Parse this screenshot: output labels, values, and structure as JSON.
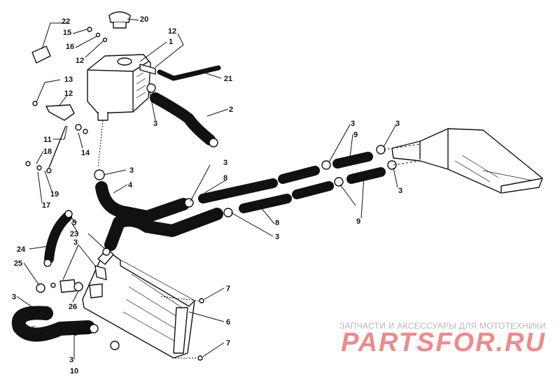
{
  "callouts": [
    "22",
    "15",
    "16",
    "12",
    "20",
    "12",
    "1",
    "21",
    "13",
    "12",
    "2",
    "3",
    "11",
    "14",
    "18",
    "19",
    "17",
    "3",
    "4",
    "3",
    "9",
    "3",
    "3",
    "8",
    "3",
    "8",
    "3",
    "9",
    "5",
    "23",
    "3",
    "24",
    "25",
    "3",
    "26",
    "7",
    "6",
    "3",
    "7",
    "10"
  ],
  "watermark": {
    "caption": "ЗАПЧАСТИ И АКСЕССУАРЫ ДЛЯ МОТОТЕХНИКИ",
    "brand": "PARTSFOR.RU"
  },
  "colors": {
    "ink": "#111111",
    "watermark_caption": "#b7b7b7",
    "watermark_brand": "#ef8a8a"
  }
}
